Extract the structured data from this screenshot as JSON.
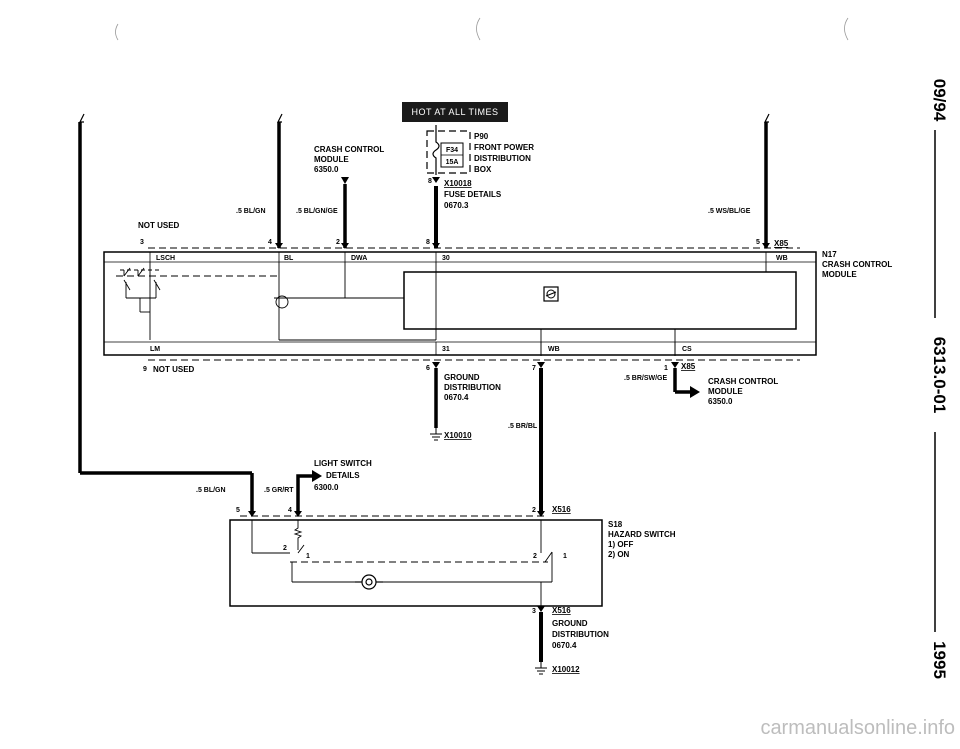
{
  "banner": "HOT AT ALL TIMES",
  "side": {
    "top": "09/94",
    "middle": "6313.0-01",
    "bottom": "1995"
  },
  "watermark": "carmanualsonline.info",
  "fuse": {
    "ref": "P90",
    "name1": "FRONT POWER",
    "name2": "DISTRIBUTION",
    "name3": "BOX",
    "id": "F34",
    "rating": "15A",
    "pin": "8",
    "connector": "X10018",
    "details1": "FUSE DETAILS",
    "details2": "0670.3"
  },
  "crash_top": {
    "l1": "CRASH CONTROL",
    "l2": "MODULE",
    "l3": "6350.0"
  },
  "module": {
    "ref": "N17",
    "l1": "CRASH CONTROL",
    "l2": "MODULE",
    "connector": "X85"
  },
  "wires": {
    "bl_gn_1": ".5 BL/GN",
    "bl_gn_ge": ".5 BL/GN/GE",
    "ws_bl_ge": ".5 WS/BL/GE",
    "br_sw_ge": ".5 BR/SW/GE",
    "br_bl": ".5 BR/BL",
    "bl_gn_2": ".5 BL/GN",
    "gr_rt": ".5 GR/RT"
  },
  "not_used_top": "NOT USED",
  "not_used_bottom": "NOT USED",
  "pins_top": {
    "p3": "3",
    "p4": "4",
    "p2": "2",
    "p8": "8",
    "p5": "5"
  },
  "pins_bottom": {
    "p9": "9",
    "p6": "6",
    "p7": "7",
    "p1": "1"
  },
  "terms_top": {
    "lsch": "LSCH",
    "bl": "BL",
    "dwa": "DWA",
    "t30": "30",
    "wb": "WB"
  },
  "terms_bottom": {
    "lm": "LM",
    "t31": "31",
    "wb": "WB",
    "cs": "CS"
  },
  "ground1": {
    "l1": "GROUND",
    "l2": "DISTRIBUTION",
    "l3": "0670.4",
    "connector": "X10010"
  },
  "crash_right": {
    "connector": "X85",
    "l1": "CRASH CONTROL",
    "l2": "MODULE",
    "l3": "6350.0"
  },
  "light_switch": {
    "l1": "LIGHT SWITCH",
    "l2": "DETAILS",
    "l3": "6300.0"
  },
  "switch_top": {
    "p5": "5",
    "p4": "4",
    "p2": "2",
    "connector": "X516"
  },
  "hazard": {
    "ref": "S18",
    "name": "HAZARD SWITCH",
    "off": "1)  OFF",
    "on": "2)  ON",
    "n2a": "2",
    "n1a": "1",
    "n2b": "2",
    "n1b": "1"
  },
  "switch_bottom": {
    "p3": "3",
    "connector": "X516"
  },
  "ground2": {
    "l1": "GROUND",
    "l2": "DISTRIBUTION",
    "l3": "0670.4",
    "connector": "X10012"
  }
}
